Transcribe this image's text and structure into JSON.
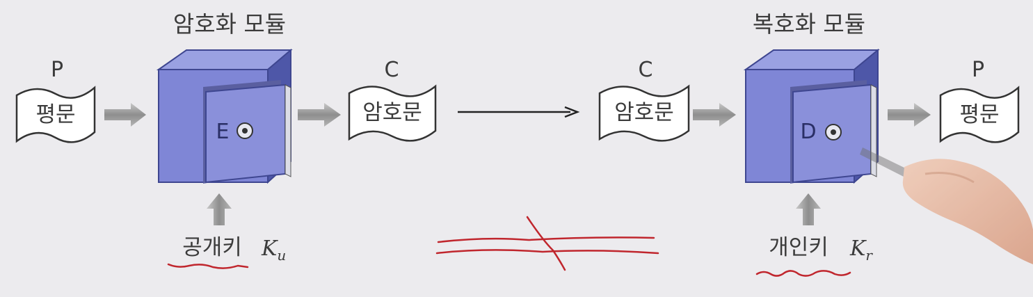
{
  "encrypt_module": {
    "title": "암호화 모듈",
    "input": {
      "symbol": "P",
      "label": "평문"
    },
    "box_letter": "E",
    "output": {
      "symbol": "C",
      "label": "암호문"
    },
    "key": {
      "label": "공개키",
      "symbol": "K",
      "subscript": "u"
    }
  },
  "decrypt_module": {
    "title": "복호화 모듈",
    "input": {
      "symbol": "C",
      "label": "암호문"
    },
    "box_letter": "D",
    "output": {
      "symbol": "P",
      "label": "평문"
    },
    "key": {
      "label": "개인키",
      "symbol": "K",
      "subscript": "r"
    }
  },
  "colors": {
    "background": "#ecebee",
    "safe_body": "#7f86d6",
    "safe_dark": "#565fb4",
    "arrow_gray": "#9a9a9a",
    "annotation_red": "#c0262d"
  }
}
